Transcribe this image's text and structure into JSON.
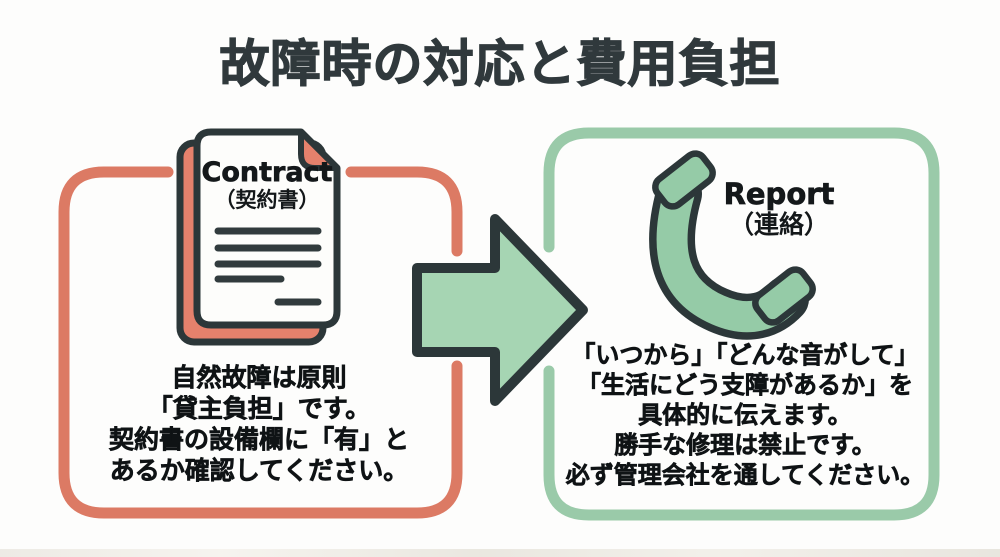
{
  "title": "故障時の対応と費用負担",
  "colors": {
    "background": "#fdfdfc",
    "accent_red": "#dc7a64",
    "accent_green": "#9acaa9",
    "arrow_fill": "#a6d5b3",
    "phone_fill": "#95cba7",
    "page_back_fill": "#e5816c",
    "outline_dark": "#2c3739",
    "title_color": "#30393c",
    "text_color": "#0f1315"
  },
  "left_panel": {
    "icon": "contract-document-icon",
    "label_en": "Contract",
    "label_ja": "（契約書）",
    "body_lines": [
      "自然故障は原則",
      "「貸主負担」です。",
      "契約書の設備欄に「有」と",
      "あるか確認してください。"
    ]
  },
  "arrow": {
    "icon": "arrow-right-icon",
    "direction": "right"
  },
  "right_panel": {
    "icon": "phone-handset-icon",
    "label_en": "Report",
    "label_ja": "（連絡）",
    "body_lines": [
      "「いつから」「どんな音がして」",
      "「生活にどう支障があるか」を",
      "具体的に伝えます。",
      "勝手な修理は禁止です。",
      "必ず管理会社を通してください。"
    ]
  }
}
